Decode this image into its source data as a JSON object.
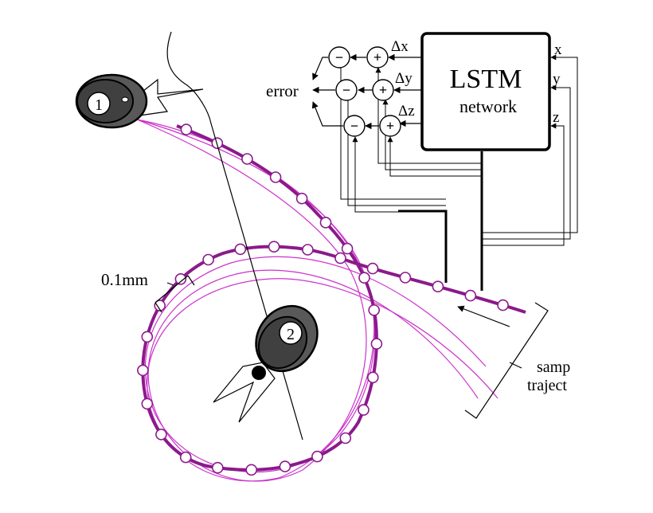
{
  "lstm": {
    "title": "LSTM",
    "subtitle": "network",
    "inputs": [
      "x",
      "y",
      "z"
    ],
    "outputs": [
      "Δx",
      "Δy",
      "Δz"
    ]
  },
  "error_label": "error",
  "operators": {
    "minus": "−",
    "plus": "+"
  },
  "tools": {
    "tool1": "1",
    "tool2": "2"
  },
  "scale_label": "0.1mm",
  "sample_label": [
    "samp",
    "traject"
  ],
  "colors": {
    "trajectory": "#8b1a8b",
    "trajectory_light": "#cc33cc",
    "tool_fill": "#595959"
  }
}
